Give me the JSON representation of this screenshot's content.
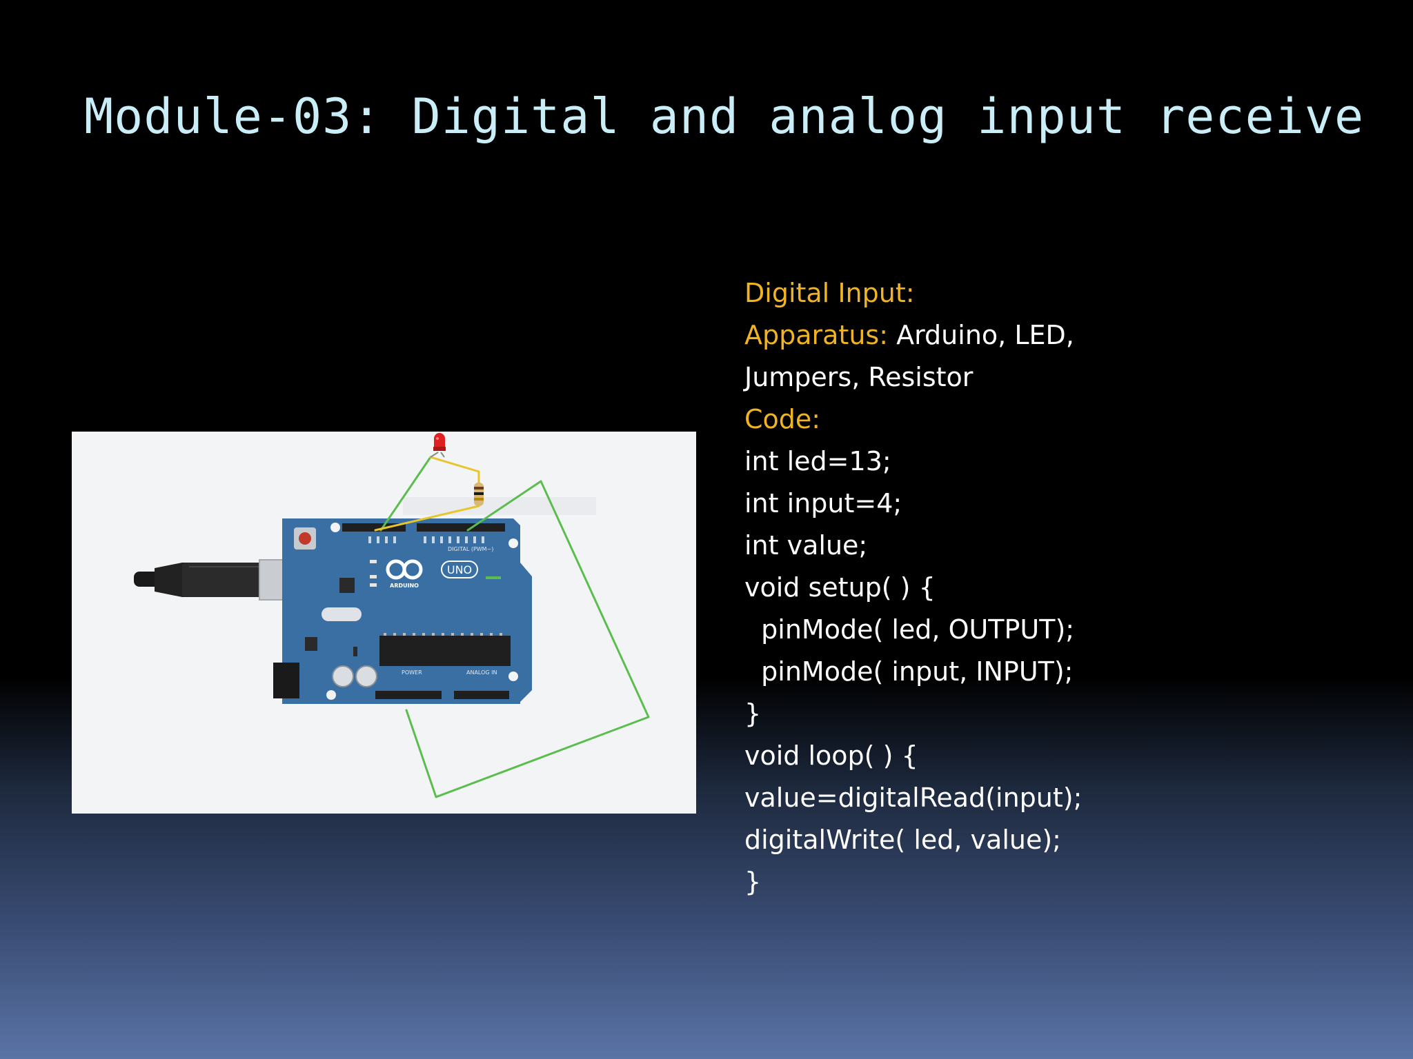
{
  "slide": {
    "title": "Module-03: Digital and analog input receive",
    "heading": "Digital Input:",
    "apparatus_label": "Apparatus:",
    "apparatus_value": " Arduino, LED,",
    "apparatus_cont": "Jumpers, Resistor",
    "code_label": "Code:",
    "code_lines": [
      "int led=13;",
      "int input=4;",
      "int value;",
      "void setup( ) {",
      "  pinMode( led, OUTPUT);",
      "  pinMode( input, INPUT);",
      "}",
      "void loop( ) {",
      "value=digitalRead(input);",
      "digitalWrite( led, value);",
      "}"
    ]
  },
  "figure": {
    "board_logo": "UNO",
    "board_brand": "ARDUINO",
    "header_label": "DIGITAL (PWM~)",
    "power_label": "POWER",
    "analog_label": "ANALOG IN",
    "colors": {
      "board": "#3a6fa3",
      "wire_green": "#5bbd4e",
      "wire_yellow": "#e8c52a",
      "led": "#e02020"
    }
  }
}
